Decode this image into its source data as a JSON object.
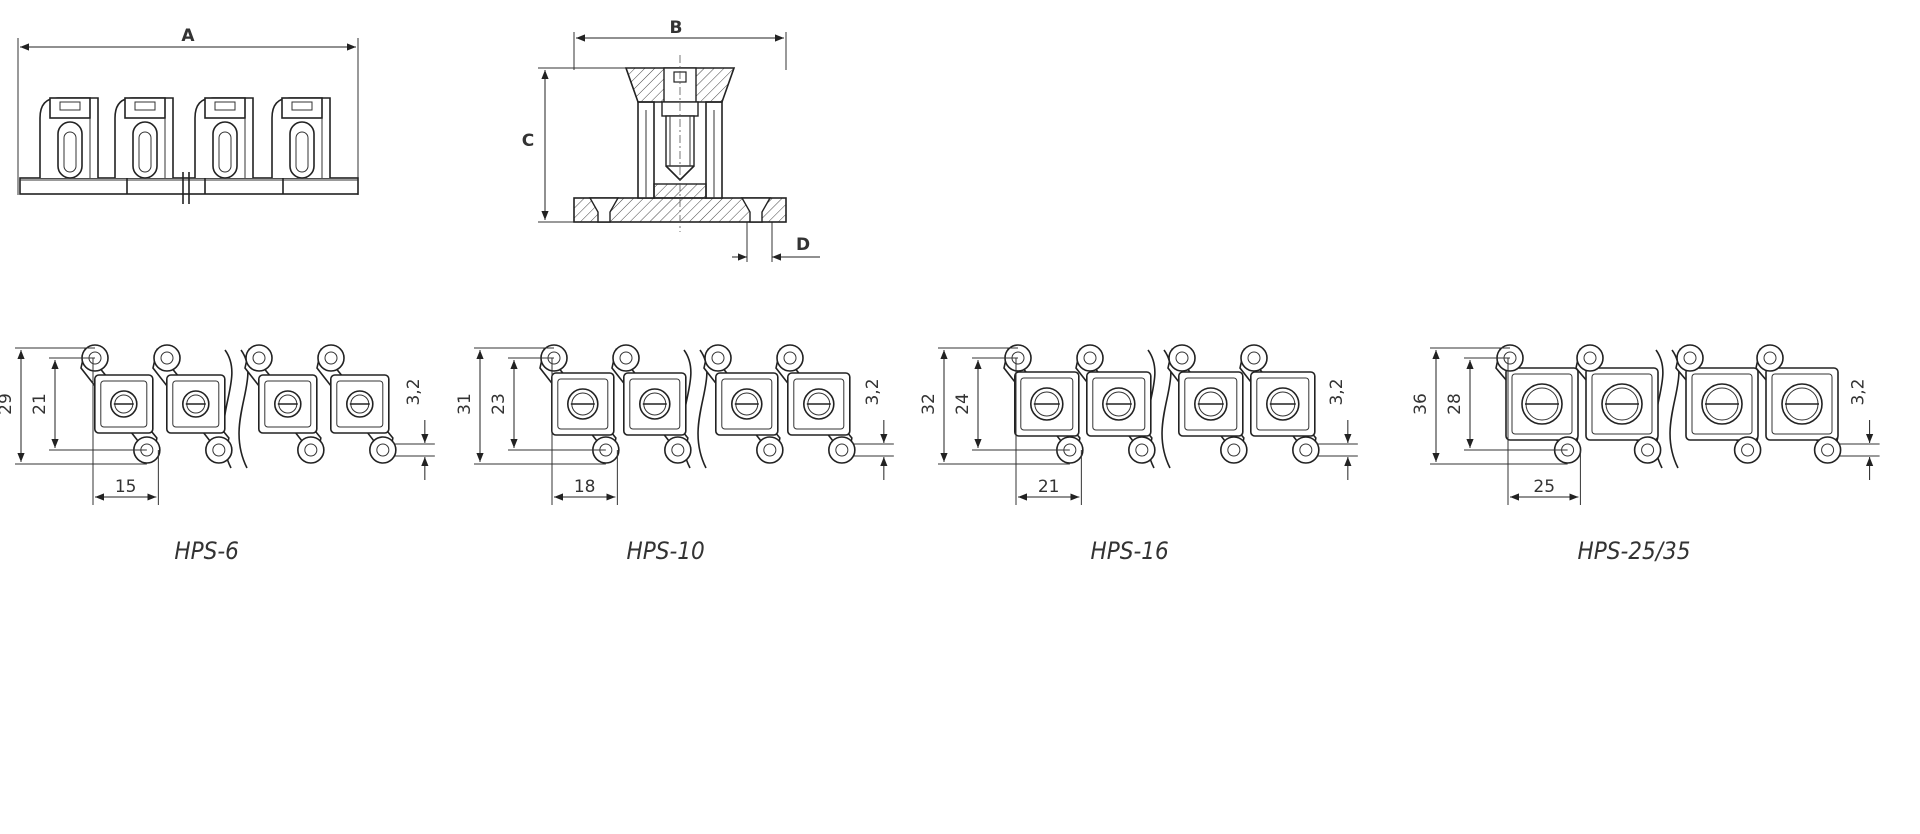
{
  "top_drawings": {
    "front_view": {
      "dim_label": "A"
    },
    "section_view": {
      "width_label": "B",
      "height_label": "C",
      "base_label": "D"
    }
  },
  "variants": [
    {
      "caption": "HPS-6",
      "outer_height": "29",
      "inner_height": "21",
      "pitch": "15",
      "thickness": "3,2"
    },
    {
      "caption": "HPS-10",
      "outer_height": "31",
      "inner_height": "23",
      "pitch": "18",
      "thickness": "3,2"
    },
    {
      "caption": "HPS-16",
      "outer_height": "32",
      "inner_height": "24",
      "pitch": "21",
      "thickness": "3,2"
    },
    {
      "caption": "HPS-25/35",
      "outer_height": "36",
      "inner_height": "28",
      "pitch": "25",
      "thickness": "3,2"
    }
  ]
}
